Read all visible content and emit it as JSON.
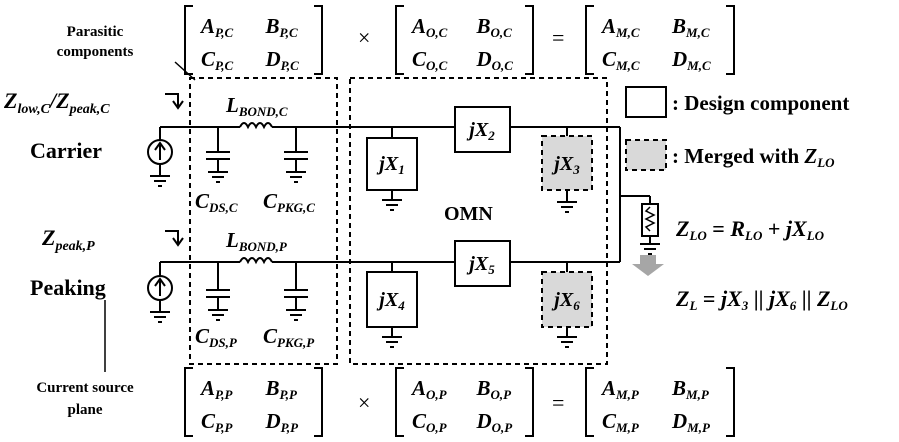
{
  "labels": {
    "parasitic_line1": "Parasitic",
    "parasitic_line2": "components",
    "z_low_c": "Z",
    "z_low_c_sub": "low,C",
    "z_peak_c": "Z",
    "z_peak_c_sub": "peak,C",
    "slash": "/",
    "z_peak_p": "Z",
    "z_peak_p_sub": "peak,P",
    "carrier": "Carrier",
    "peaking": "Peaking",
    "current_source_line1": "Current source",
    "current_source_line2": "plane",
    "omn": "OMN"
  },
  "components": {
    "lbond_c": {
      "main": "L",
      "sub": "BOND,C"
    },
    "lbond_p": {
      "main": "L",
      "sub": "BOND,P"
    },
    "cds_c": {
      "main": "C",
      "sub": "DS,C"
    },
    "cpkg_c": {
      "main": "C",
      "sub": "PKG,C"
    },
    "cds_p": {
      "main": "C",
      "sub": "DS,P"
    },
    "cpkg_p": {
      "main": "C",
      "sub": "PKG,P"
    },
    "x1": {
      "main": "jX",
      "sub": "1"
    },
    "x2": {
      "main": "jX",
      "sub": "2"
    },
    "x3": {
      "main": "jX",
      "sub": "3"
    },
    "x4": {
      "main": "jX",
      "sub": "4"
    },
    "x5": {
      "main": "jX",
      "sub": "5"
    },
    "x6": {
      "main": "jX",
      "sub": "6"
    }
  },
  "legend": {
    "design": ": Design component",
    "merged": ": Merged with ",
    "merged_z": "Z",
    "merged_z_sub": "LO"
  },
  "equations": {
    "zlo": {
      "lhs": "Z",
      "lhs_sub": "LO",
      "eq": " = ",
      "r": "R",
      "r_sub": "LO",
      "plus": " + ",
      "jx": "jX",
      "jx_sub": "LO"
    },
    "zl": {
      "lhs": "Z",
      "lhs_sub": "L",
      "eq": " = ",
      "a": "jX",
      "a_sub": "3",
      "par1": " || ",
      "b": "jX",
      "b_sub": "6",
      "par2": " || ",
      "c": "Z",
      "c_sub": "LO"
    }
  },
  "matrices": {
    "top": {
      "m1": [
        [
          "A",
          "P,C"
        ],
        [
          "B",
          "P,C"
        ],
        [
          "C",
          "P,C"
        ],
        [
          "D",
          "P,C"
        ]
      ],
      "m2": [
        [
          "A",
          "O,C"
        ],
        [
          "B",
          "O,C"
        ],
        [
          "C",
          "O,C"
        ],
        [
          "D",
          "O,C"
        ]
      ],
      "m3": [
        [
          "A",
          "M,C"
        ],
        [
          "B",
          "M,C"
        ],
        [
          "C",
          "M,C"
        ],
        [
          "D",
          "M,C"
        ]
      ],
      "times": "×",
      "equals": "="
    },
    "bottom": {
      "m1": [
        [
          "A",
          "P,P"
        ],
        [
          "B",
          "P,P"
        ],
        [
          "C",
          "P,P"
        ],
        [
          "D",
          "P,P"
        ]
      ],
      "m2": [
        [
          "A",
          "O,P"
        ],
        [
          "B",
          "O,P"
        ],
        [
          "C",
          "O,P"
        ],
        [
          "D",
          "O,P"
        ]
      ],
      "m3": [
        [
          "A",
          "M,P"
        ],
        [
          "B",
          "M,P"
        ],
        [
          "C",
          "M,P"
        ],
        [
          "D",
          "M,P"
        ]
      ],
      "times": "×",
      "equals": "="
    }
  }
}
